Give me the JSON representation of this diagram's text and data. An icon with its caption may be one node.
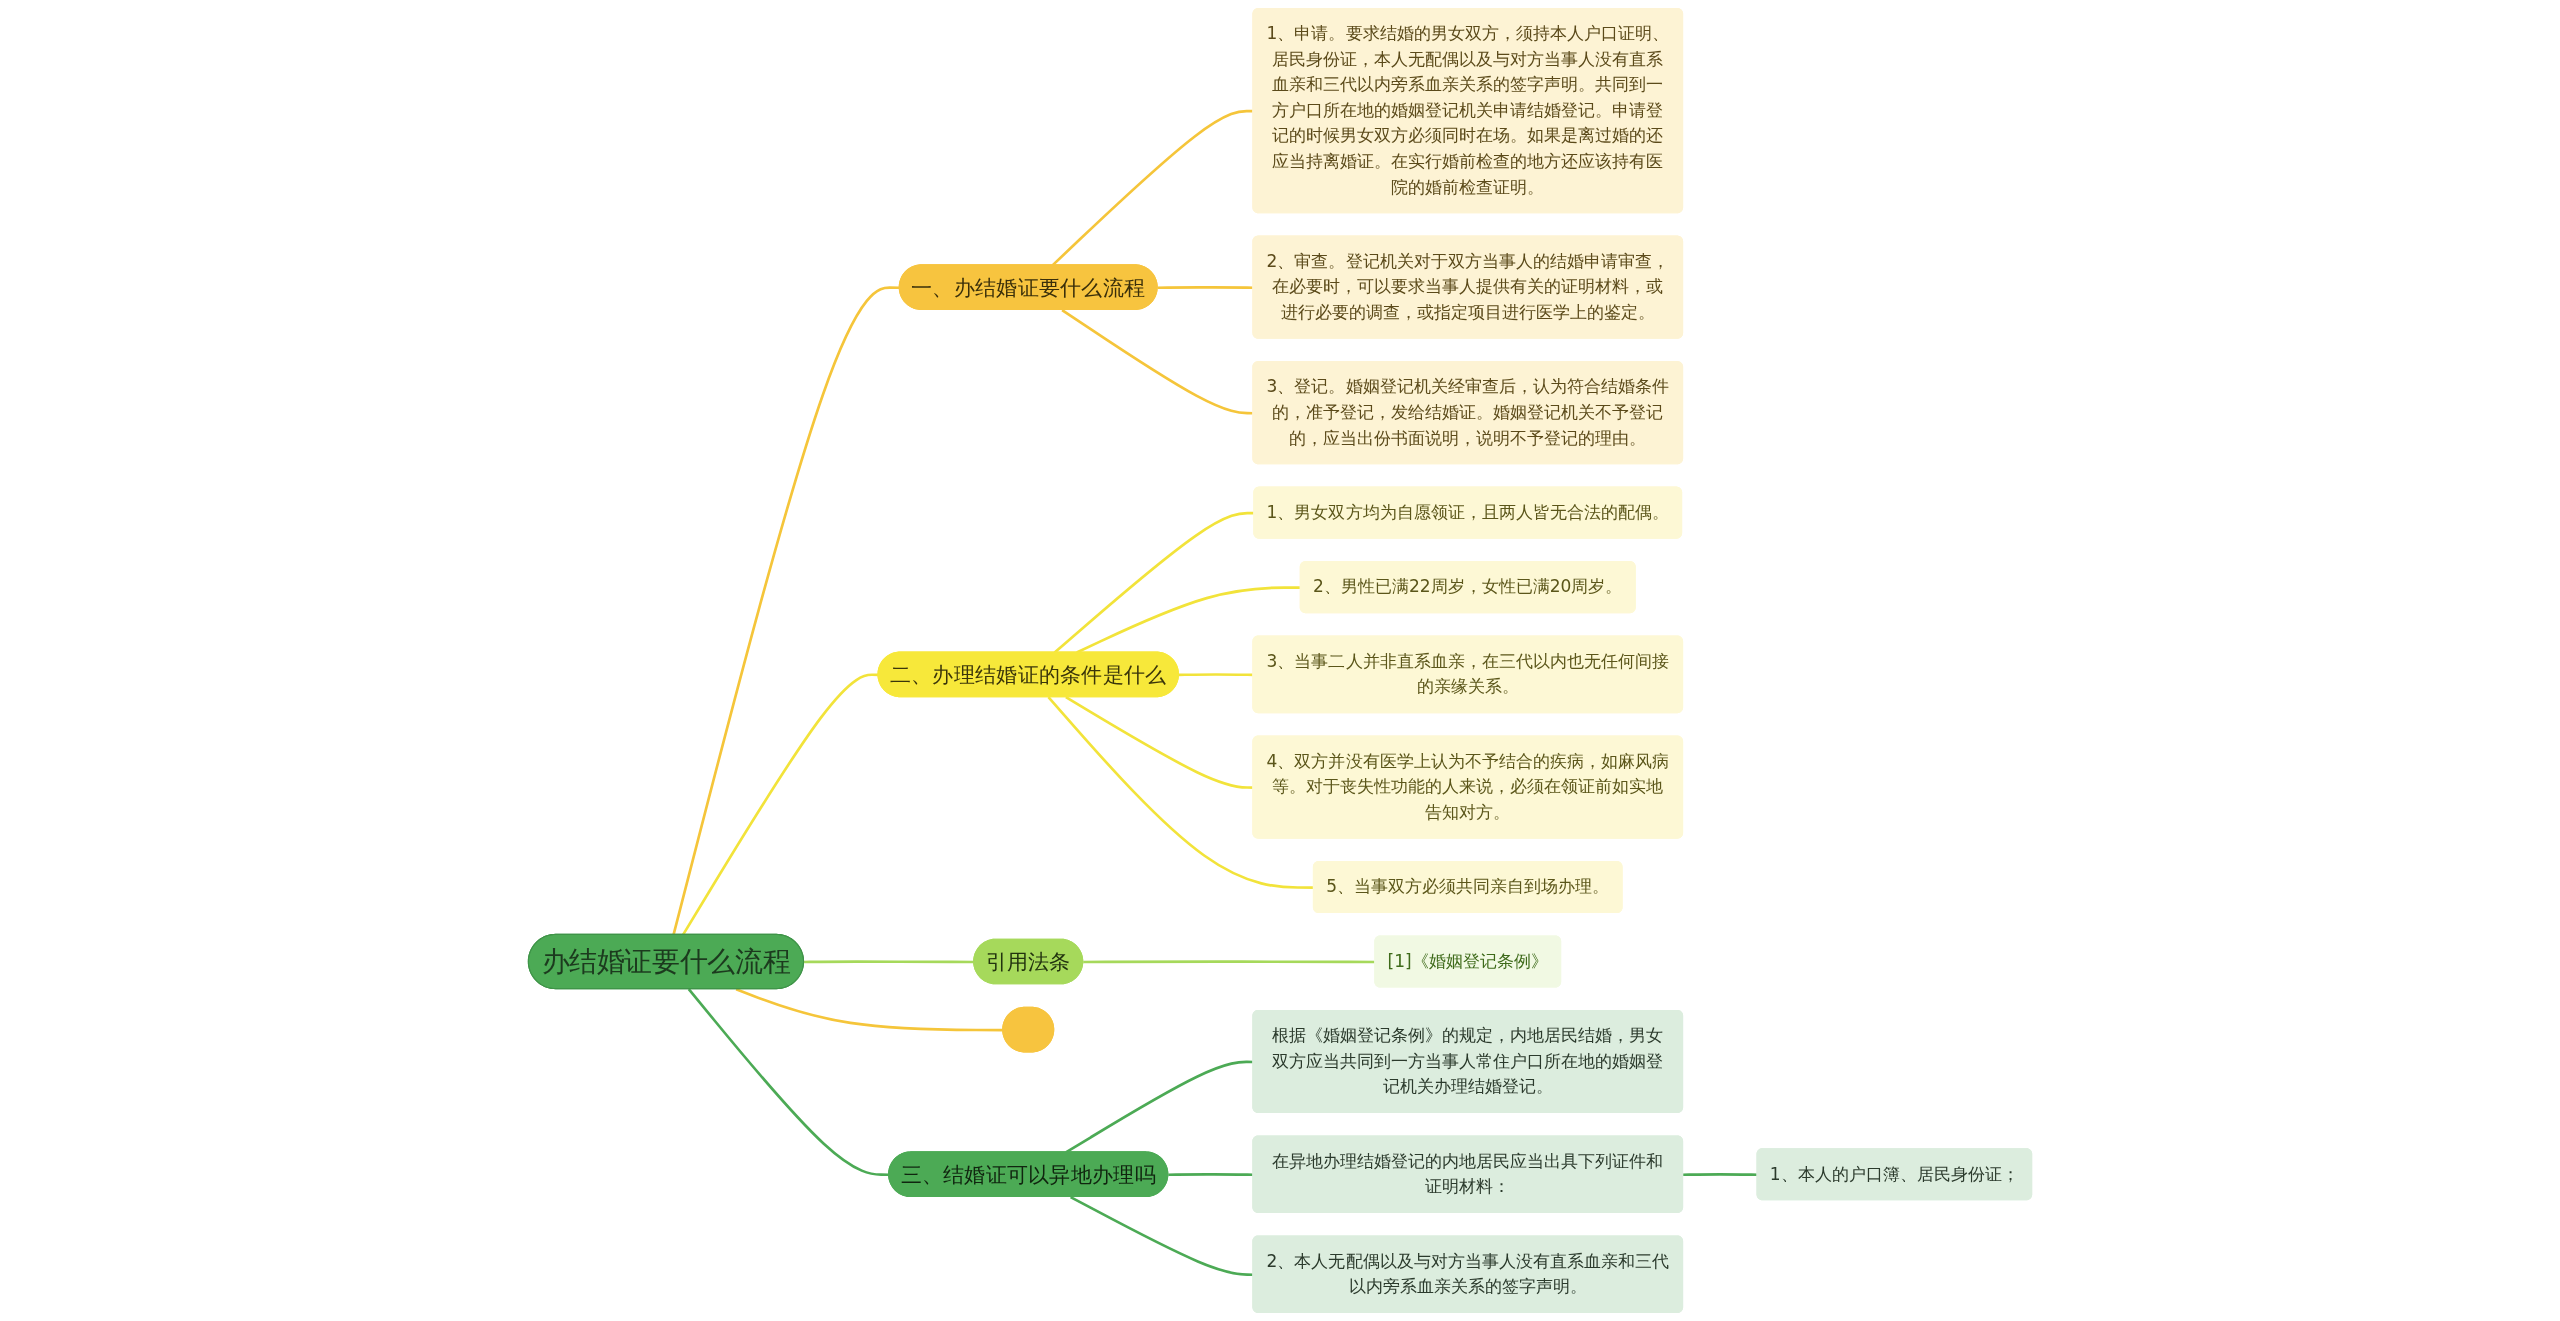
{
  "diagram": {
    "nodes": [
      {
        "text": [
          "办结婚证要什么流程"
        ]
      },
      {
        "text": [
          "一、办结婚证要什么流程"
        ]
      },
      {
        "text": [
          "1、申请。要求结婚的男女双方，须持本人户口证明、居民身份证，本人无配偶以及与对方当事人没有直系血亲和三代以内旁系血亲关系的签字声明。共同到一方户口所在地的婚姻登记机关申请结婚登记。申请登记的时候男女双方必须同时在场。如果是离过婚的还应当持离婚证。在实行婚前检查的地方还应该持有医院的婚前检查证明。"
        ]
      },
      {
        "text": [
          "2、审查。登记机关对于双方当事人的结婚申请审查，在必要时，可以要求当事人提供有关的证明材料，或进行必要的调查，或指定项目进行医学上的鉴定。"
        ]
      },
      {
        "text": [
          "3、登记。婚姻登记机关经审查后，认为符合结婚条件的，准予登记，发给结婚证。婚姻登记机关不予登记的，应当出份书面说明，说明不予登记的理由。"
        ]
      },
      {
        "text": [
          "二、办理结婚证的条件是什么"
        ]
      },
      {
        "text": [
          "1、男女双方均为自愿领证，且两人皆无合法的配偶。"
        ]
      },
      {
        "text": [
          "2、男性已满22周岁，女性已满20周岁。"
        ]
      },
      {
        "text": [
          "3、当事二人并非直系血亲，在三代以内也无任何间接的亲缘关系。"
        ]
      },
      {
        "text": [
          "4、双方并没有医学上认为不予结合的疾病，如麻风病等。对于丧失性功能的人来说，必须在领证前如实地告知对方。"
        ]
      },
      {
        "text": [
          "5、当事双方必须共同亲自到场办理。"
        ]
      },
      {
        "text": [
          "引用法条"
        ]
      },
      {
        "text": [
          "[1]《婚姻登记条例》"
        ]
      },
      {
        "text": [],
        "shape": "box"
      },
      {
        "text": [
          "三、结婚证可以异地办理吗"
        ]
      },
      {
        "text": [
          "根据《婚姻登记条例》的规定，内地居民结婚，男女双方应当共同到一方当事人常住户口所在地的婚姻登记机关办理结婚登记。"
        ]
      },
      {
        "text": [
          "在异地办理结婚登记的内地居民应当出具下列证件和证明材料："
        ]
      },
      {
        "text": [
          "1、本人的户口簿、居民身份证；"
        ]
      },
      {
        "text": [
          "2、本人无配偶以及与对方当事人没有直系血亲和三代以内旁系血亲关系的签字声明。"
        ]
      }
    ],
    "edges": [
      {
        "from": 0,
        "to": 1,
        "arrow": "none",
        "color": "#f5c53a"
      },
      {
        "from": 1,
        "to": 2,
        "arrow": "none",
        "color": "#f5c53a"
      },
      {
        "from": 1,
        "to": 3,
        "arrow": "none",
        "color": "#f5c53a"
      },
      {
        "from": 1,
        "to": 4,
        "arrow": "none",
        "color": "#f5c53a"
      },
      {
        "from": 0,
        "to": 5,
        "arrow": "none",
        "color": "#f2e33a"
      },
      {
        "from": 5,
        "to": 6,
        "arrow": "none",
        "color": "#f2e33a"
      },
      {
        "from": 5,
        "to": 7,
        "arrow": "none",
        "color": "#f2e33a"
      },
      {
        "from": 5,
        "to": 8,
        "arrow": "none",
        "color": "#f2e33a"
      },
      {
        "from": 5,
        "to": 9,
        "arrow": "none",
        "color": "#f2e33a"
      },
      {
        "from": 5,
        "to": 10,
        "arrow": "none",
        "color": "#f2e33a"
      },
      {
        "from": 0,
        "to": 11,
        "arrow": "none",
        "color": "#a6d95b"
      },
      {
        "from": 11,
        "to": 12,
        "arrow": "none",
        "color": "#a6d95b"
      },
      {
        "from": 0,
        "to": 13,
        "arrow": "none",
        "color": "#f5c53a"
      },
      {
        "from": 0,
        "to": 14,
        "arrow": "none",
        "color": "#4caa55"
      },
      {
        "from": 14,
        "to": 15,
        "arrow": "none",
        "color": "#4caa55"
      },
      {
        "from": 14,
        "to": 16,
        "arrow": "none",
        "color": "#4caa55"
      },
      {
        "from": 14,
        "to": 18,
        "arrow": "none",
        "color": "#4caa55"
      },
      {
        "from": 16,
        "to": 17,
        "arrow": "none",
        "color": "#4caa55"
      }
    ]
  }
}
